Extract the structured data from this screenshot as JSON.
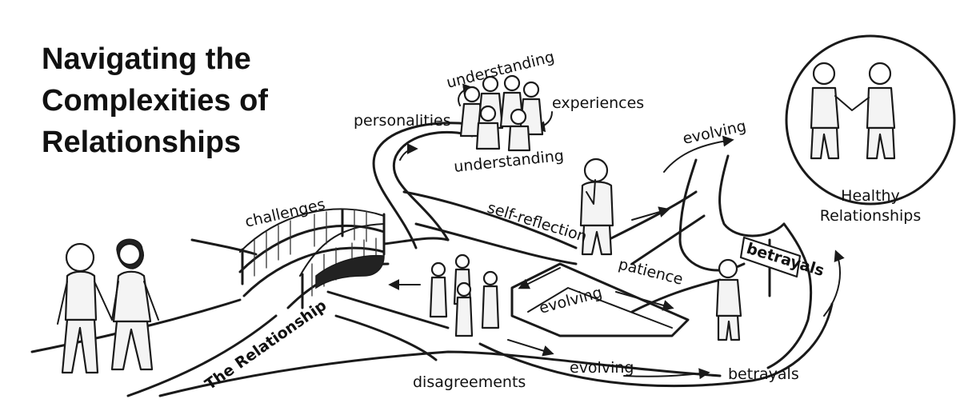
{
  "title": {
    "line1": "Navigating the",
    "line2": "Complexities of",
    "line3": "Relationships"
  },
  "labels": {
    "understanding_top": "understanding",
    "understanding_bottom": "understanding",
    "personalities": "personalities",
    "experiences": "experiences",
    "evolving_top": "evolving",
    "healthy_line1": "Healthy",
    "healthy_line2": "Relationships",
    "challenges": "challenges",
    "self_reflection": "self-reflection",
    "betrayals_sign": "betrayals",
    "patience": "patience",
    "evolving_center": "evolving",
    "the_relationship": "The Relationship",
    "evolving_bottom": "evolving",
    "disagreements": "disagreements",
    "betrayals_bottom": "betrayals"
  }
}
